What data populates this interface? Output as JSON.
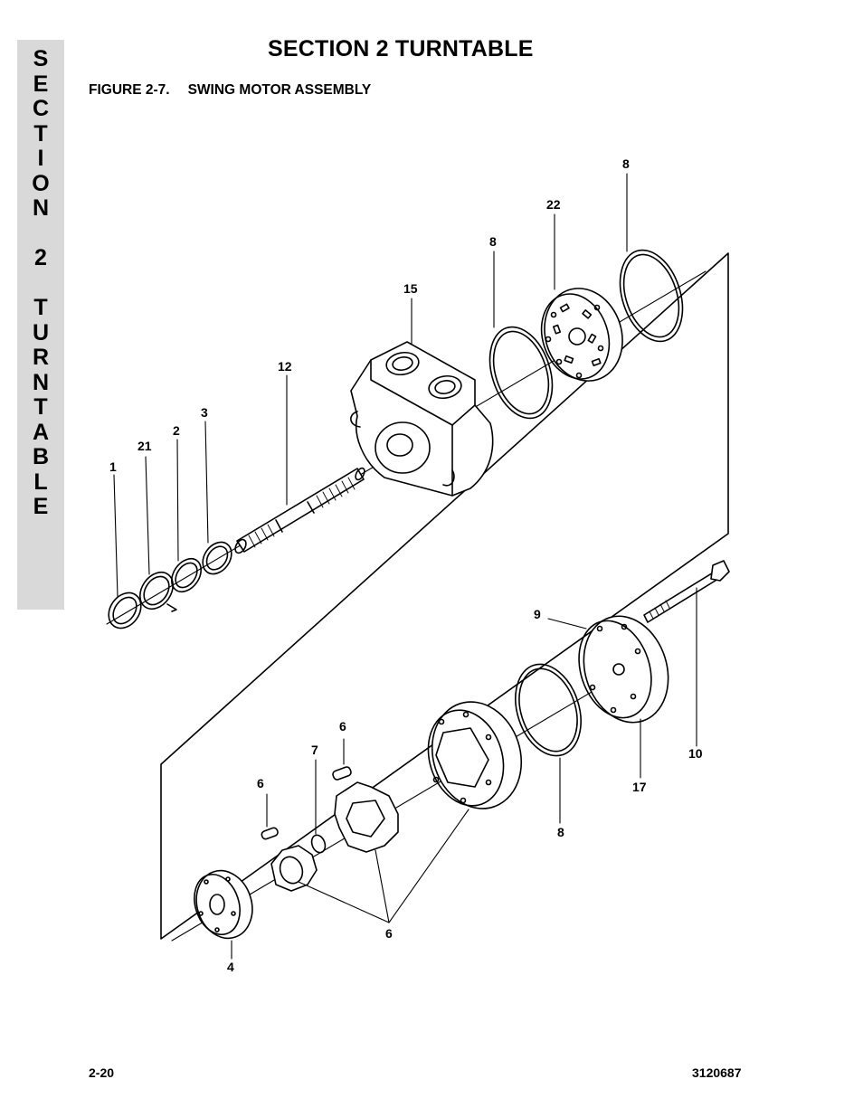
{
  "side_tab": {
    "letters": [
      "S",
      "E",
      "C",
      "T",
      "I",
      "O",
      "N",
      " ",
      "2",
      " ",
      "T",
      "U",
      "R",
      "N",
      "T",
      "A",
      "B",
      "L",
      "E"
    ]
  },
  "header": {
    "section_title": "SECTION 2  TURNTABLE",
    "figure_number": "FIGURE 2-7.",
    "figure_name": "SWING MOTOR ASSEMBLY"
  },
  "callouts": {
    "c1": "1",
    "c21": "21",
    "c2": "2",
    "c3": "3",
    "c12": "12",
    "c15": "15",
    "c8a": "8",
    "c22": "22",
    "c8b": "8",
    "c9": "9",
    "c10": "10",
    "c17": "17",
    "c8c": "8",
    "c6a": "6",
    "c7": "7",
    "c6b": "6",
    "c6c": "6",
    "c4": "4"
  },
  "footer": {
    "page_number": "2-20",
    "doc_number": "3120687"
  }
}
